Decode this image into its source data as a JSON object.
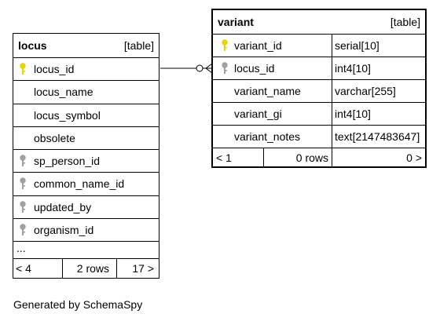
{
  "locus": {
    "name": "locus",
    "type": "[table]",
    "columns": [
      {
        "name": "locus_id",
        "key": "primary"
      },
      {
        "name": "locus_name",
        "key": "none"
      },
      {
        "name": "locus_symbol",
        "key": "none"
      },
      {
        "name": "obsolete",
        "key": "none"
      },
      {
        "name": "sp_person_id",
        "key": "foreign"
      },
      {
        "name": "common_name_id",
        "key": "foreign"
      },
      {
        "name": "updated_by",
        "key": "foreign"
      },
      {
        "name": "organism_id",
        "key": "foreign"
      }
    ],
    "more": "...",
    "footer": {
      "parents": "< 4",
      "rows": "2 rows",
      "children": "17 >"
    }
  },
  "variant": {
    "name": "variant",
    "type": "[table]",
    "columns": [
      {
        "name": "variant_id",
        "datatype": "serial[10]",
        "key": "primary"
      },
      {
        "name": "locus_id",
        "datatype": "int4[10]",
        "key": "foreign"
      },
      {
        "name": "variant_name",
        "datatype": "varchar[255]",
        "key": "none"
      },
      {
        "name": "variant_gi",
        "datatype": "int4[10]",
        "key": "none"
      },
      {
        "name": "variant_notes",
        "datatype": "text[2147483647]",
        "key": "none"
      }
    ],
    "footer": {
      "parents": "< 1",
      "rows": "0 rows",
      "children": "0 >"
    }
  },
  "colors": {
    "primary_key": "#e8d400",
    "foreign_key": "#a0a0a0",
    "line": "#000000"
  },
  "caption": "Generated by SchemaSpy"
}
